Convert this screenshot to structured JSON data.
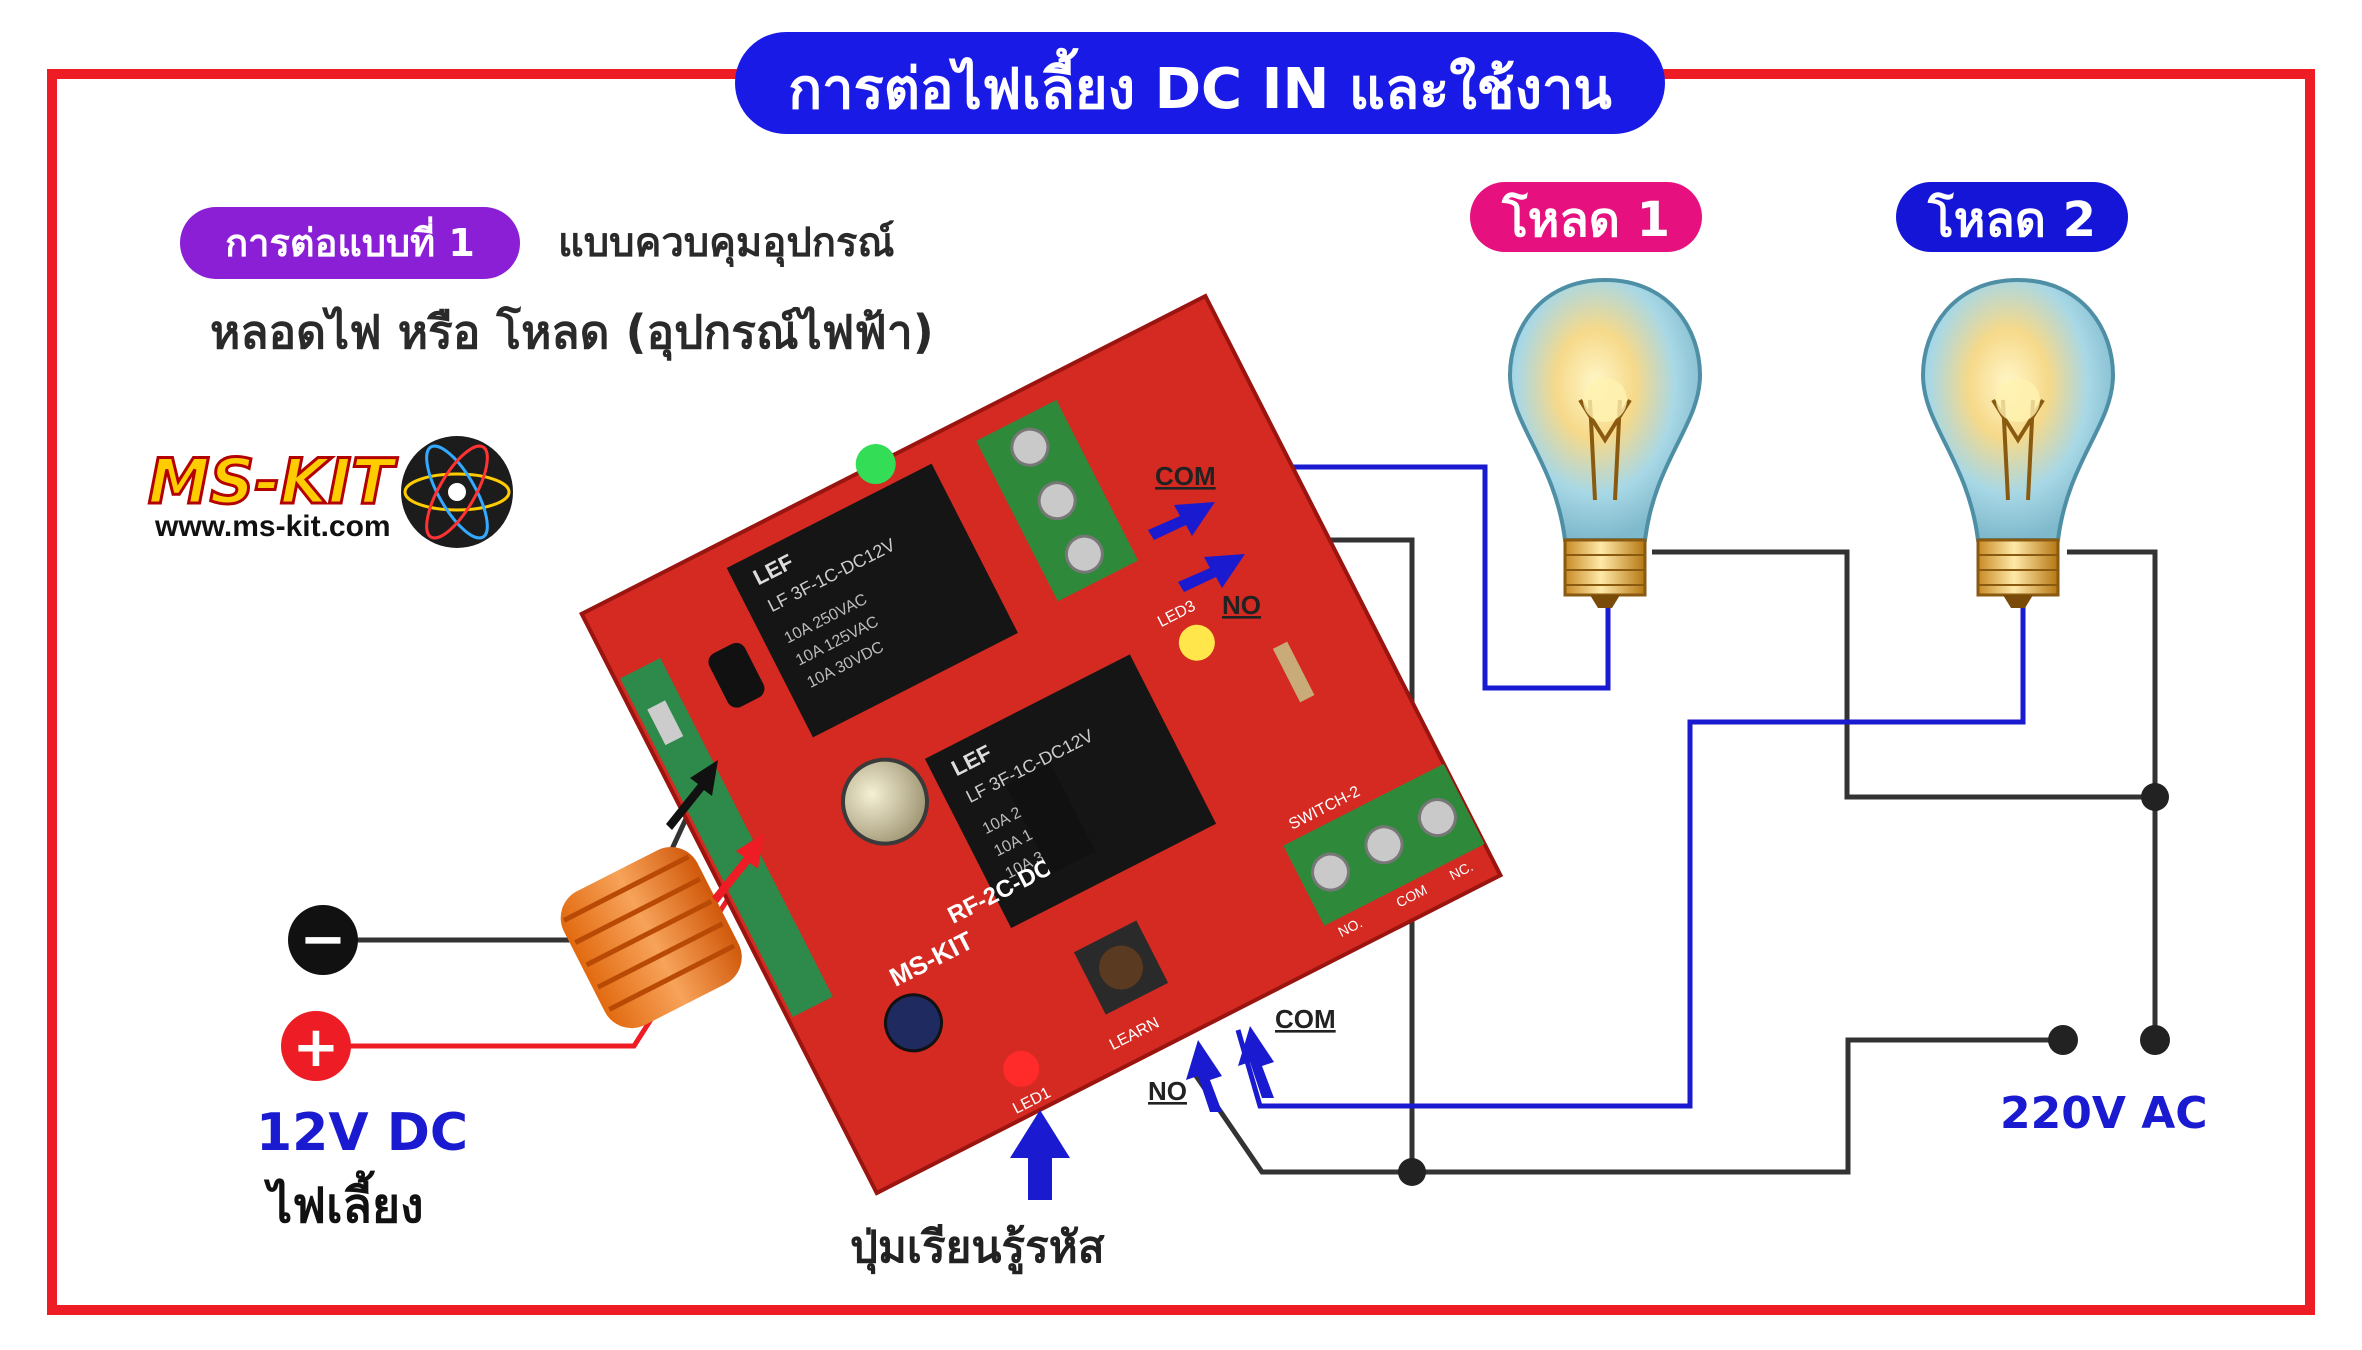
{
  "title": "การต่อไฟเลี้ยง DC IN และใช้งาน",
  "mode_badge": "การต่อแบบที่ 1",
  "mode_desc": "แบบควบคุมอุปกรณ์",
  "subtitle": "หลอดไฟ หรือ โหลด (อุปกรณ์ไฟฟ้า)",
  "logo": {
    "name": "MS-KIT",
    "url": "www.ms-kit.com"
  },
  "loads": [
    {
      "label": "โหลด 1",
      "color": "#e6117e"
    },
    {
      "label": "โหลด 2",
      "color": "#1515d8"
    }
  ],
  "terminal_labels": {
    "com_top": "COM",
    "no_top": "NO",
    "com_bottom": "COM",
    "no_bottom": "NO"
  },
  "power": {
    "voltage": "12V DC",
    "caption": "ไฟเลี้ยง",
    "minus_symbol": "−",
    "plus_symbol": "+"
  },
  "ac_label": "220V AC",
  "learn_caption": "ปุ่มเรียนรู้รหัส",
  "board": {
    "relay_top": [
      "LEF",
      "LF 3F-1C-DC12V",
      "10A 250VAC",
      "10A 125VAC",
      "10A 30VDC"
    ],
    "relay_bottom": [
      "LEF",
      "LF 3F-1C-DC12V",
      "10A 250VAC",
      "10A 125VAC",
      "10A 30VDC"
    ],
    "model": "RF-2C-DC",
    "brand": "MS-KIT",
    "switch2": "SWITCH-2",
    "term_b": [
      "NO.",
      "COM",
      "NC."
    ],
    "learn": "LEARN",
    "led1": "LED1",
    "led3": "LED3"
  },
  "colors": {
    "frame": "#ee1c24",
    "title_bg": "#1a1ae6",
    "badge_bg": "#8a1fd6",
    "wire_blue": "#1a1ad0",
    "wire_black": "#333333",
    "wire_red": "#ee1c24",
    "pcb": "#d42a22"
  }
}
